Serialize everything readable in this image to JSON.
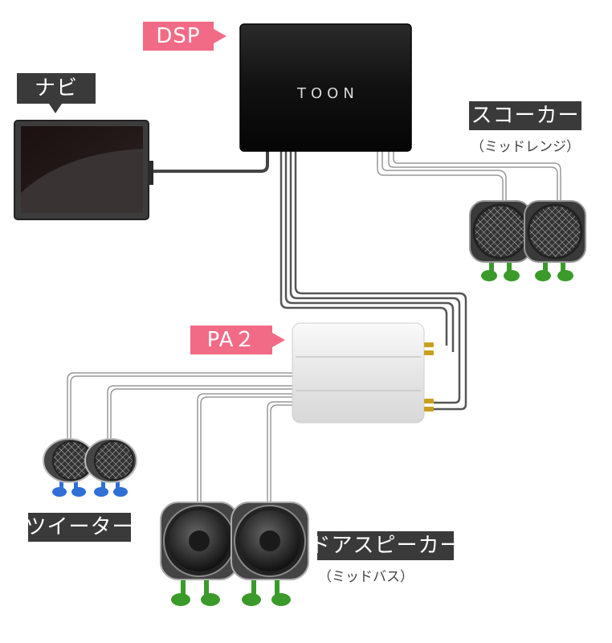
{
  "labels": {
    "dsp": "DSP",
    "navi": "ナビ",
    "squawker": "スコーカー",
    "squawker_sub": "（ミッドレンジ）",
    "pa2": "PA２",
    "tweeter": "ツイーター",
    "door_speaker": "ドアスピーカー",
    "door_speaker_sub": "（ミッドバス）",
    "dsp_brand": "TOON"
  },
  "colors": {
    "label_dark": "#3a3a3a",
    "label_pink": "#f26b86",
    "cable": "#555555",
    "dsp_body": "#1a1a1a",
    "amp_body": "#eeeeee",
    "foot_green": "#3a9a2a",
    "foot_blue": "#2f6fd6"
  }
}
